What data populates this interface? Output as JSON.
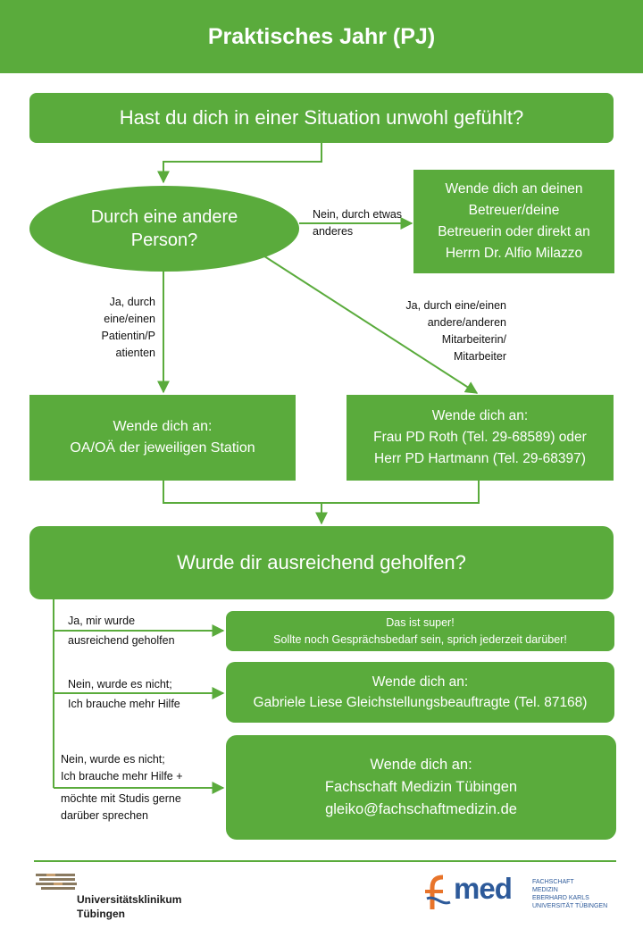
{
  "title": "Praktisches Jahr (PJ)",
  "q1": "Hast du dich in einer Situation unwohl gefühlt?",
  "decision": {
    "line1": "Durch eine andere",
    "line2": "Person?"
  },
  "branch_no": {
    "label_line1": "Nein, durch etwas",
    "label_line2": "anderes",
    "box_lines": [
      "Wende dich an deinen",
      "Betreuer/deine",
      "Betreuerin oder direkt an",
      "Herrn Dr. Alfio Milazzo"
    ]
  },
  "branch_patient": {
    "label_lines": [
      "Ja, durch",
      "eine/einen",
      "Patientin/P",
      "atienten"
    ],
    "box_lines": [
      "Wende dich an:",
      "OA/OÄ der jeweiligen Station"
    ]
  },
  "branch_staff": {
    "label_lines": [
      "Ja, durch eine/einen",
      "andere/anderen",
      "Mitarbeiterin/",
      "Mitarbeiter"
    ],
    "box_lines": [
      "Wende dich an:",
      "Frau PD Roth (Tel.  29-68589) oder",
      "Herr PD Hartmann (Tel. 29-68397)"
    ]
  },
  "q2": "Wurde dir ausreichend geholfen?",
  "outcome1": {
    "label_lines": [
      "Ja, mir wurde",
      "ausreichend geholfen"
    ],
    "box_lines": [
      "Das ist super!",
      "Sollte noch Gesprächsbedarf sein, sprich jederzeit darüber!"
    ]
  },
  "outcome2": {
    "label_lines": [
      "Nein, wurde es nicht;",
      "Ich brauche mehr  Hilfe"
    ],
    "box_lines": [
      "Wende dich an:",
      "Gabriele Liese Gleichstellungsbeauftragte (Tel. 87168)"
    ]
  },
  "outcome3": {
    "label_lines": [
      "Nein, wurde es nicht;",
      "Ich brauche mehr  Hilfe +",
      "möchte mit Studis gerne",
      "darüber sprechen"
    ],
    "box_lines": [
      "Wende dich an:",
      "Fachschaft  Medizin Tübingen",
      "gleiko@fachschaftmedizin.de"
    ]
  },
  "footer": {
    "ukt_logo_lines": [
      "Universitätsklinikum",
      "Tübingen"
    ],
    "fmed_logo": "med",
    "fmed_sub_lines": [
      "FACHSCHAFT",
      "MEDIZIN",
      "EBERHARD KARLS",
      "UNIVERSITÄT TÜBINGEN"
    ]
  },
  "colors": {
    "green": "#5aab3c",
    "fmed_blue": "#2d5a9a",
    "fmed_orange": "#e8742a"
  }
}
